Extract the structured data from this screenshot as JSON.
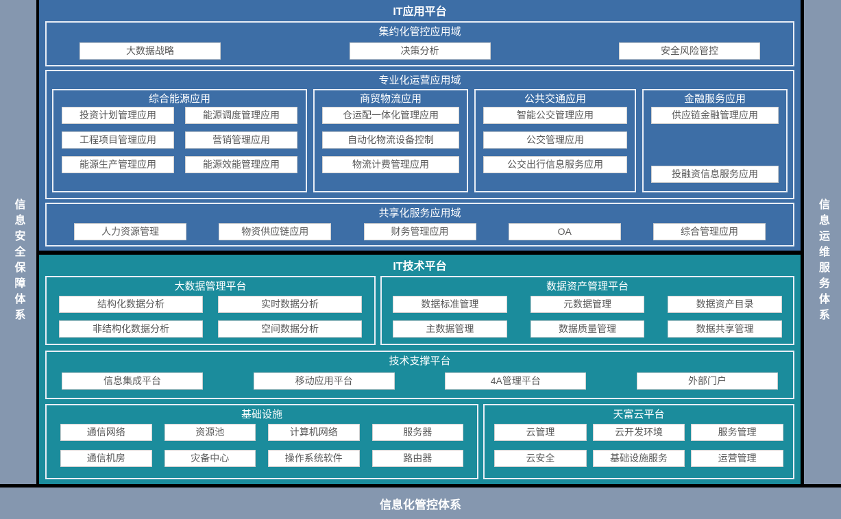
{
  "colors": {
    "platform_blue": "#3d6ea6",
    "platform_teal": "#1b8c9c",
    "frame_gray": "#8597af",
    "background_black": "#000000",
    "module_white": "#ffffff",
    "module_text_gray": "#595959",
    "border_white": "#e9eef6"
  },
  "frame": {
    "left_pillar": "信息安全保障体系",
    "right_pillar": "信息运维服务体系",
    "bottom_bar": "信息化管控体系"
  },
  "app": {
    "title": "IT应用平台",
    "intensive": {
      "title": "集约化管控应用域",
      "items": [
        "大数据战略",
        "决策分析",
        "安全风险管控"
      ]
    },
    "professional": {
      "title": "专业化运营应用域",
      "groups": [
        {
          "title": "综合能源应用",
          "items": [
            "投资计划管理应用",
            "能源调度管理应用",
            "工程项目管理应用",
            "营销管理应用",
            "能源生产管理应用",
            "能源效能管理应用"
          ]
        },
        {
          "title": "商贸物流应用",
          "items": [
            "仓运配一体化管理应用",
            "自动化物流设备控制",
            "物流计费管理应用"
          ]
        },
        {
          "title": "公共交通应用",
          "items": [
            "智能公交管理应用",
            "公交管理应用",
            "公交出行信息服务应用"
          ]
        },
        {
          "title": "金融服务应用",
          "items": [
            "供应链金融管理应用",
            "投融资信息服务应用"
          ]
        }
      ]
    },
    "shared": {
      "title": "共享化服务应用域",
      "items": [
        "人力资源管理",
        "物资供应链应用",
        "财务管理应用",
        "OA",
        "综合管理应用"
      ]
    }
  },
  "tech": {
    "title": "IT技术平台",
    "bigdata": {
      "title": "大数据管理平台",
      "items": [
        "结构化数据分析",
        "实时数据分析",
        "非结构化数据分析",
        "空间数据分析"
      ]
    },
    "data_asset": {
      "title": "数据资产管理平台",
      "items": [
        "数据标准管理",
        "元数据管理",
        "数据资产目录",
        "主数据管理",
        "数据质量管理",
        "数据共享管理"
      ]
    },
    "support": {
      "title": "技术支撑平台",
      "items": [
        "信息集成平台",
        "移动应用平台",
        "4A管理平台",
        "外部门户"
      ]
    },
    "infra": {
      "title": "基础设施",
      "items": [
        "通信网络",
        "资源池",
        "计算机网络",
        "服务器",
        "通信机房",
        "灾备中心",
        "操作系统软件",
        "路由器"
      ]
    },
    "cloud": {
      "title": "天富云平台",
      "items": [
        "云管理",
        "云开发环境",
        "服务管理",
        "云安全",
        "基础设施服务",
        "运营管理"
      ]
    }
  }
}
